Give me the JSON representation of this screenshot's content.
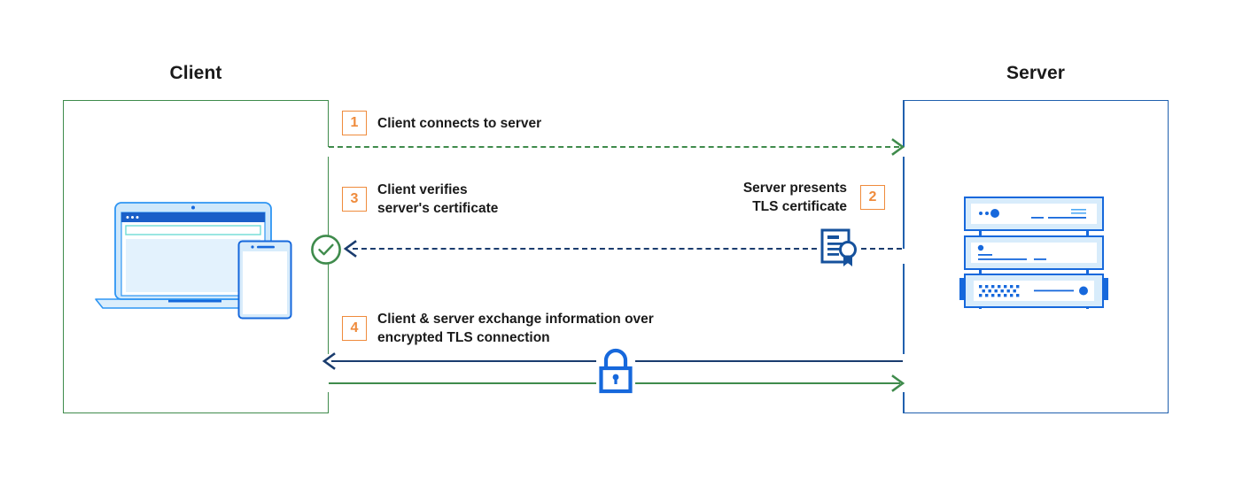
{
  "diagram": {
    "title_client": "Client",
    "title_server": "Server",
    "colors": {
      "green": "#3f8b4c",
      "navy": "#1a3c6e",
      "blue": "#1668dc",
      "orange": "#ef8b3c",
      "light_blue": "#d8ecfb",
      "text": "#1a1a1a"
    }
  },
  "steps": [
    {
      "number": "1",
      "label": "Client connects to server",
      "direction": "client-to-server",
      "line_style": "dashed",
      "line_color": "#3f8b4c"
    },
    {
      "number": "2",
      "label": "Server presents\nTLS certificate",
      "direction": "server-to-client",
      "line_style": "dashed",
      "line_color": "#1a3c6e"
    },
    {
      "number": "3",
      "label": "Client verifies\nserver's certificate",
      "direction": "client-side",
      "line_style": "none",
      "line_color": "#3f8b4c"
    },
    {
      "number": "4",
      "label": "Client & server exchange information over\nencrypted TLS connection",
      "direction": "bidirectional",
      "line_style": "solid",
      "line_color": "#1a3c6e"
    }
  ],
  "icons": {
    "verified_check": "check-circle-icon",
    "certificate": "certificate-icon",
    "lock": "lock-icon",
    "client_device": "laptop-phone-icon",
    "server_rack": "server-rack-icon"
  }
}
